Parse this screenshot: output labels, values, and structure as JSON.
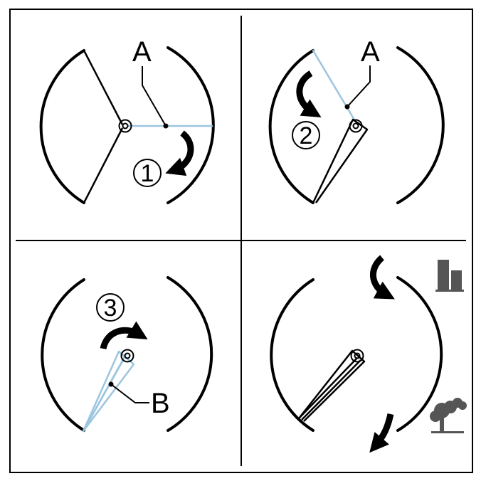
{
  "labels": {
    "point_a": "A",
    "point_b": "B",
    "step_1": "1",
    "step_2": "2",
    "step_3": "3"
  },
  "colors": {
    "line": "#000000",
    "highlight": "#9cc5df",
    "icon_gray": "#555555"
  },
  "icons": [
    "rotate-arrow-icon",
    "building-icon",
    "tree-icon",
    "pivot-icon"
  ]
}
